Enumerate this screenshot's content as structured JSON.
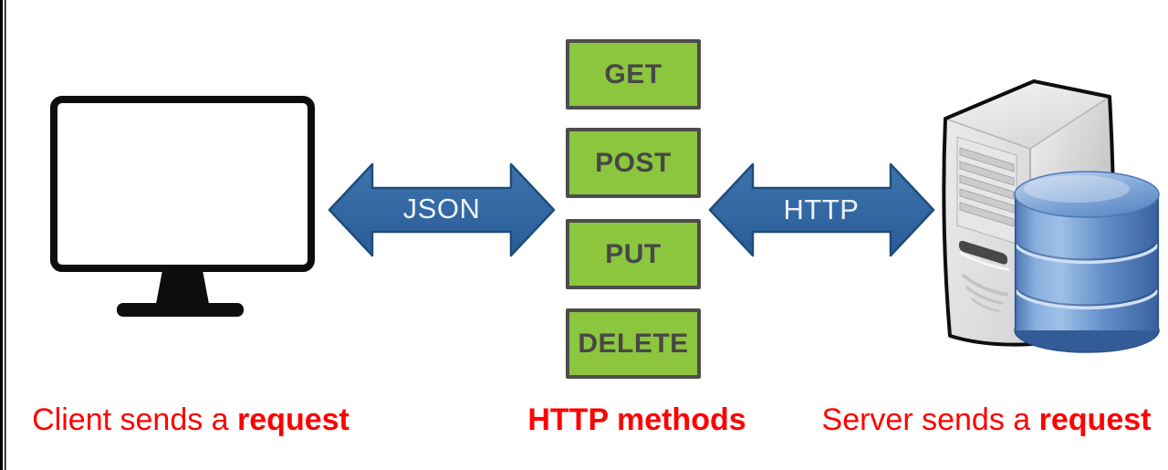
{
  "diagram": {
    "client": {
      "icon": "client-monitor-icon",
      "caption_normal": "Client sends a ",
      "caption_bold": "request"
    },
    "json_arrow": {
      "icon": "double-arrow-icon",
      "label": "JSON"
    },
    "methods": {
      "items": [
        "GET",
        "POST",
        "PUT",
        "DELETE"
      ],
      "caption": "HTTP methods"
    },
    "http_arrow": {
      "icon": "double-arrow-icon",
      "label": "HTTP"
    },
    "server": {
      "icons": [
        "server-tower-icon",
        "database-icon"
      ],
      "caption_normal": "Server sends a ",
      "caption_bold": "request"
    },
    "colors": {
      "method_box_fill": "#8cc63f",
      "method_box_border": "#4d4d4d",
      "method_box_text": "#474747",
      "arrow_fill": "#2f6ba7",
      "arrow_border": "#1e4c7c",
      "arrow_text": "#ecf2f9",
      "caption_red": "#ff0000",
      "monitor_black": "#0d0d0d",
      "database_blue": "#5585c2",
      "server_gray": "#d9d9db"
    }
  }
}
